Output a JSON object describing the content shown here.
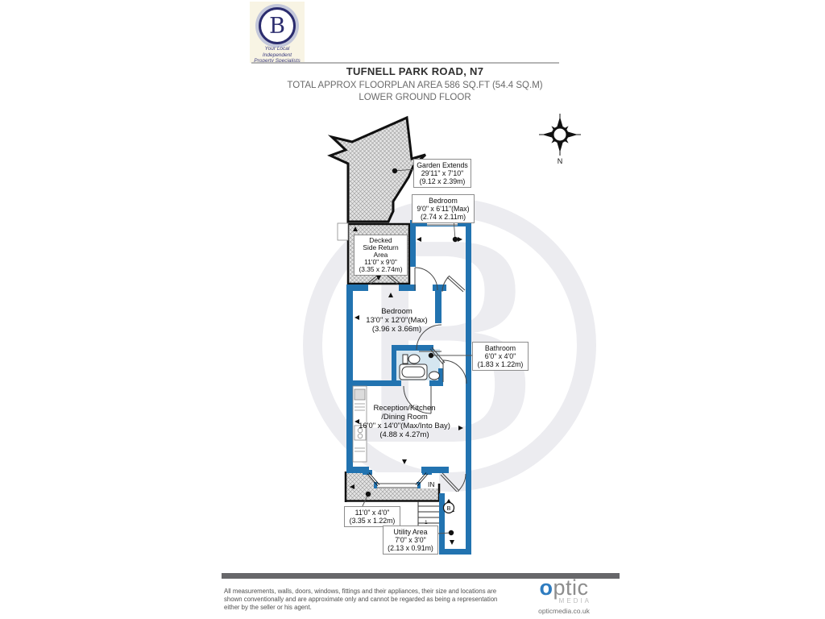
{
  "header": {
    "logo": {
      "letter": "B",
      "tagline_line1": "Your Local Independent",
      "tagline_line2": "Property Specialists"
    },
    "address": "TUFNELL PARK ROAD, N7",
    "area_line": "TOTAL APPROX FLOORPLAN AREA 586 SQ.FT (54.4 SQ.M)",
    "floor_line": "LOWER GROUND FLOOR"
  },
  "compass": {
    "north_label": "N"
  },
  "plan": {
    "garden_label": {
      "line1": "Garden Extends",
      "line2": "29'11\" x 7'10\"",
      "line3": "(9.12 x 2.39m)"
    },
    "bedroom2_label": {
      "line1": "Bedroom",
      "line2": "9'0\" x 6'11\"(Max)",
      "line3": "(2.74 x 2.11m)"
    },
    "decked_label": {
      "line1": "Decked",
      "line2": "Side Return",
      "line3": "Area",
      "line4": "11'0\" x 9'0\"",
      "line5": "(3.35 x 2.74m)"
    },
    "bedroom1_label": {
      "line1": "Bedroom",
      "line2": "13'0\" x 12'0\"(Max)",
      "line3": "(3.96 x 3.66m)"
    },
    "bathroom_label": {
      "line1": "Bathroom",
      "line2": "6'0\" x 4'0\"",
      "line3": "(1.83 x 1.22m)"
    },
    "reception_label": {
      "line1": "Reception/Kitchen",
      "line2": "/Dining Room",
      "line3": "16'0\" x 14'0\"(Max/Into Bay)",
      "line4": "(4.88 x 4.27m)"
    },
    "patio_label": {
      "line1": "11'0\" x 4'0\"",
      "line2": "(3.35 x 1.22m)"
    },
    "utility_label": {
      "line1": "Utility Area",
      "line2": "7'0\" x 3'0\"",
      "line3": "(2.13 x 0.91m)"
    },
    "entrance_text": "IN",
    "boiler_text": "B",
    "stair_number": "1",
    "watermark_letter": "B"
  },
  "footer": {
    "disclaimer_line1": "All measurements, walls, doors, windows, fittings and their appliances, their size and locations are",
    "disclaimer_line2": "shown conventionally and are approximate only and cannot be regarded as being a representation",
    "disclaimer_line3": "either by the seller or his agent.",
    "brand_o": "o",
    "brand_rest": "ptic",
    "brand_media": "MEDIA",
    "brand_url": "opticmedia.co.uk"
  },
  "colors": {
    "wall_blue": "#2273b0",
    "brand_blue": "#2e7cc0",
    "hatch_gray": "#e4e4e4",
    "footer_bar_gray": "#67676a",
    "bathroom_floor": "#d5e6f0",
    "logo_navy": "#2b2c6e",
    "logo_cream": "#f8f4e4"
  }
}
